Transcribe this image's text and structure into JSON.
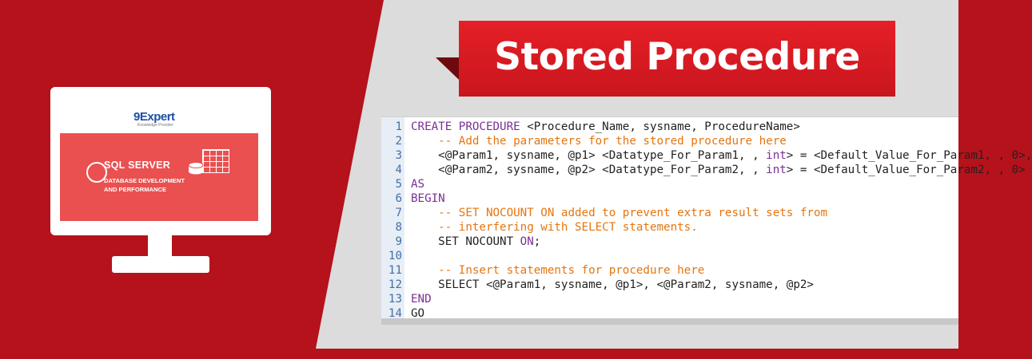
{
  "banner": {
    "title": "Stored Procedure"
  },
  "monitor": {
    "logo": "9Expert",
    "logo_sub": "Knowledge Provider",
    "product": "SQL SERVER",
    "course_line1": "DATABASE DEVELOPMENT",
    "course_line2": "AND PERFORMANCE"
  },
  "code": {
    "lines": [
      {
        "n": "1",
        "parts": [
          {
            "t": "CREATE PROCEDURE ",
            "c": "kw"
          },
          {
            "t": "<Procedure_Name, sysname, ProcedureName>",
            "c": "tx"
          }
        ]
      },
      {
        "n": "2",
        "parts": [
          {
            "t": "    -- Add the parameters for the stored procedure here",
            "c": "cm"
          }
        ]
      },
      {
        "n": "3",
        "parts": [
          {
            "t": "    <@Param1, sysname, @p1> <Datatype_For_Param1, , ",
            "c": "tx"
          },
          {
            "t": "int",
            "c": "kw"
          },
          {
            "t": "> = <Default_Value_For_Param1, , 0>,",
            "c": "tx"
          }
        ]
      },
      {
        "n": "4",
        "parts": [
          {
            "t": "    <@Param2, sysname, @p2> <Datatype_For_Param2, , ",
            "c": "tx"
          },
          {
            "t": "int",
            "c": "kw"
          },
          {
            "t": "> = <Default_Value_For_Param2, , 0>",
            "c": "tx"
          }
        ]
      },
      {
        "n": "5",
        "parts": [
          {
            "t": "AS",
            "c": "kw"
          }
        ]
      },
      {
        "n": "6",
        "parts": [
          {
            "t": "BEGIN",
            "c": "kw"
          }
        ]
      },
      {
        "n": "7",
        "parts": [
          {
            "t": "    -- SET NOCOUNT ON added to prevent extra result sets from",
            "c": "cm"
          }
        ]
      },
      {
        "n": "8",
        "parts": [
          {
            "t": "    -- interfering with SELECT statements.",
            "c": "cm"
          }
        ]
      },
      {
        "n": "9",
        "parts": [
          {
            "t": "    SET NOCOUNT ",
            "c": "tx"
          },
          {
            "t": "ON",
            "c": "kw"
          },
          {
            "t": ";",
            "c": "tx"
          }
        ]
      },
      {
        "n": "10",
        "parts": [
          {
            "t": "",
            "c": "tx"
          }
        ]
      },
      {
        "n": "11",
        "parts": [
          {
            "t": "    -- Insert statements for procedure here",
            "c": "cm"
          }
        ]
      },
      {
        "n": "12",
        "parts": [
          {
            "t": "    SELECT <@Param1, sysname, @p1>, <@Param2, sysname, @p2>",
            "c": "tx"
          }
        ]
      },
      {
        "n": "13",
        "parts": [
          {
            "t": "END",
            "c": "kw"
          }
        ]
      },
      {
        "n": "14",
        "parts": [
          {
            "t": "GO",
            "c": "tx"
          }
        ]
      }
    ]
  },
  "colors": {
    "brand_red": "#b5121b",
    "banner_red": "#e51f27",
    "keyword": "#7a2f95",
    "comment": "#e5750e",
    "line_number": "#4270a8"
  }
}
